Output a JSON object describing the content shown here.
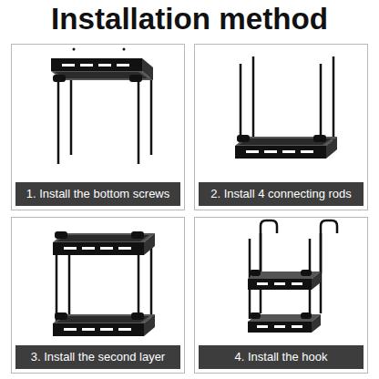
{
  "diagram": {
    "title": "Installation method",
    "nodes": [
      {
        "text": [
          "1. Install the bottom screws"
        ]
      },
      {
        "text": [
          "2. Install 4 connecting rods"
        ]
      },
      {
        "text": [
          "3. Install the second layer"
        ]
      },
      {
        "text": [
          "4. Install the hook"
        ]
      }
    ]
  }
}
